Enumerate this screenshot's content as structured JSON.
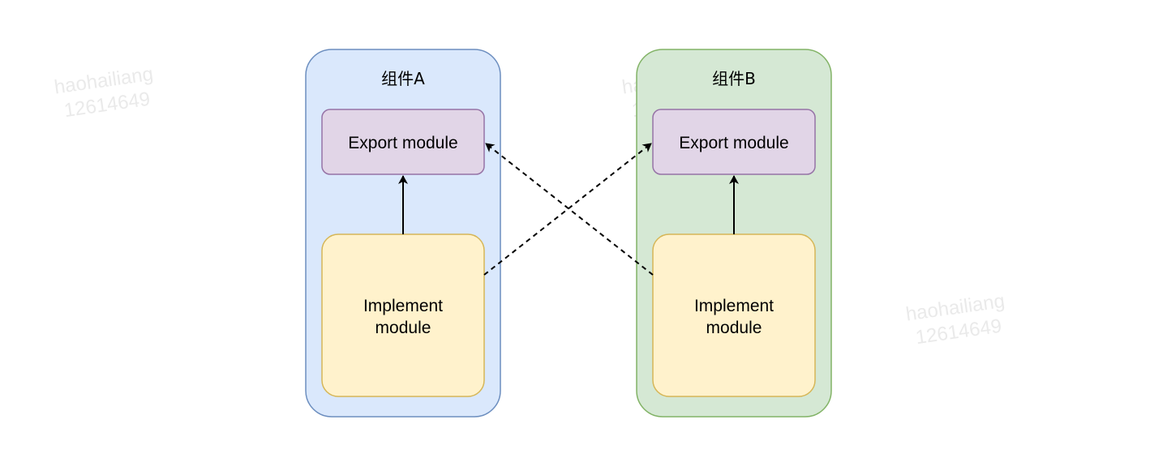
{
  "colors": {
    "component_a_fill": "#dae8fc",
    "component_a_stroke": "#6c8ebf",
    "component_b_fill": "#d5e8d4",
    "component_b_stroke": "#82b366",
    "export_fill": "#e1d5e7",
    "export_stroke": "#9673a6",
    "implement_fill": "#fff2cc",
    "implement_stroke": "#d6b656",
    "arrow": "#000000"
  },
  "component_a": {
    "title": "组件A",
    "export_label": "Export module",
    "implement_line1": "Implement",
    "implement_line2": "module"
  },
  "component_b": {
    "title": "组件B",
    "export_label": "Export module",
    "implement_line1": "Implement",
    "implement_line2": "module"
  },
  "watermarks": [
    {
      "name": "haohailiang",
      "id": "12614649"
    },
    {
      "name": "haohailiang",
      "id": "12614649"
    },
    {
      "name": "haohailiang",
      "id": "12614649"
    },
    {
      "name": "haohailiang",
      "id": "12614649"
    }
  ]
}
